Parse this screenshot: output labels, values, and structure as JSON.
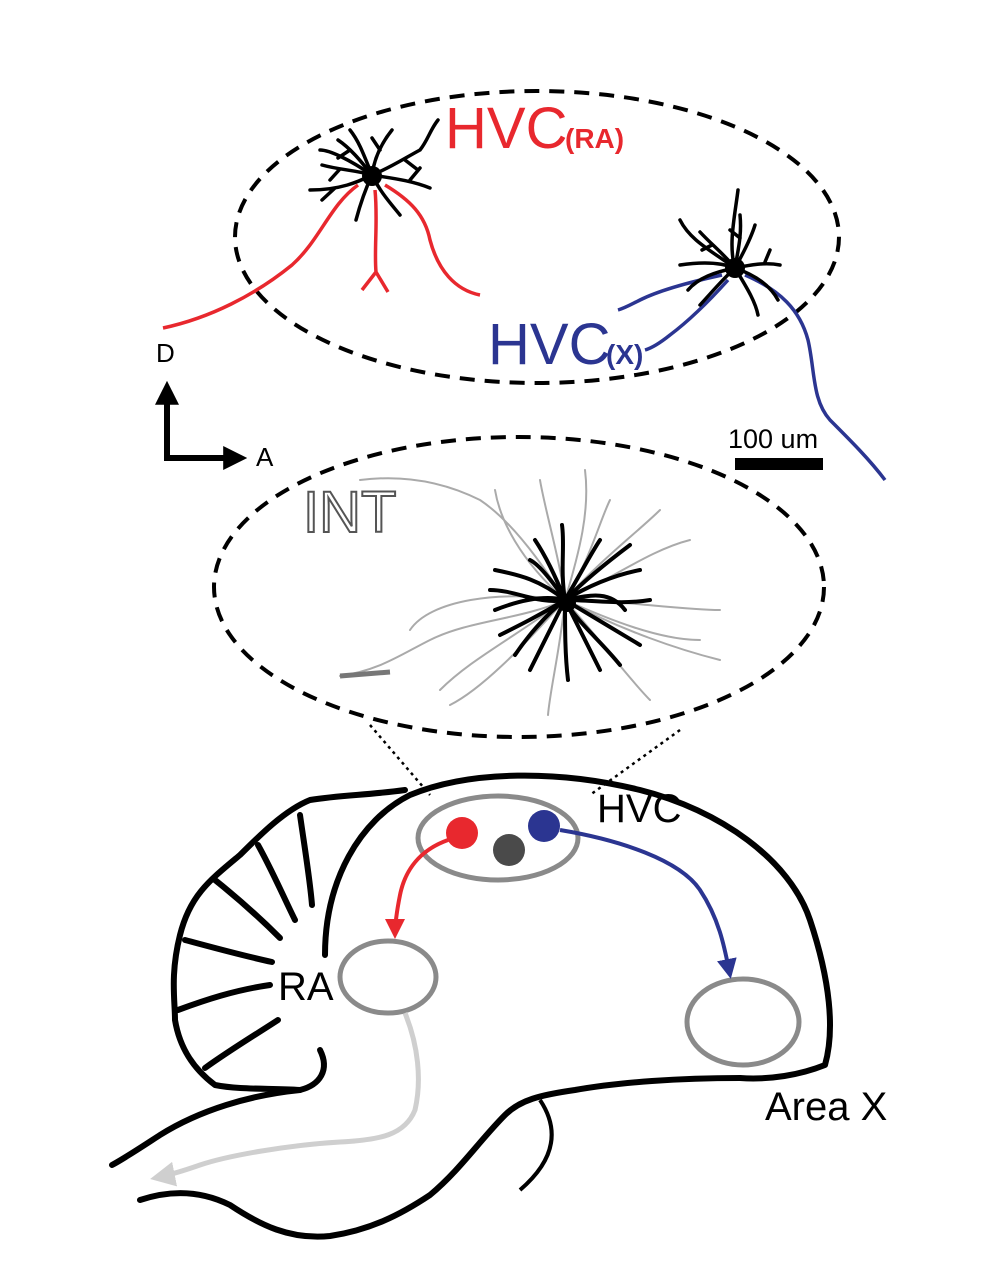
{
  "labels": {
    "hvc_ra_main": "HVC",
    "hvc_ra_sub": "(RA)",
    "hvc_x_main": "HVC",
    "hvc_x_sub": "(X)",
    "int": "INT",
    "hvc": "HVC",
    "ra": "RA",
    "area_x": "Area X",
    "scale_bar": "100 um",
    "axis_dorsal": "D",
    "axis_anterior": "A"
  },
  "colors": {
    "hvc_ra": "#e8282e",
    "hvc_x": "#2b3591",
    "interneuron": "#4a4a4a",
    "nucleus_outline": "#8a8a8a",
    "ra_output": "#cfcfcf",
    "outline": "#000000"
  }
}
